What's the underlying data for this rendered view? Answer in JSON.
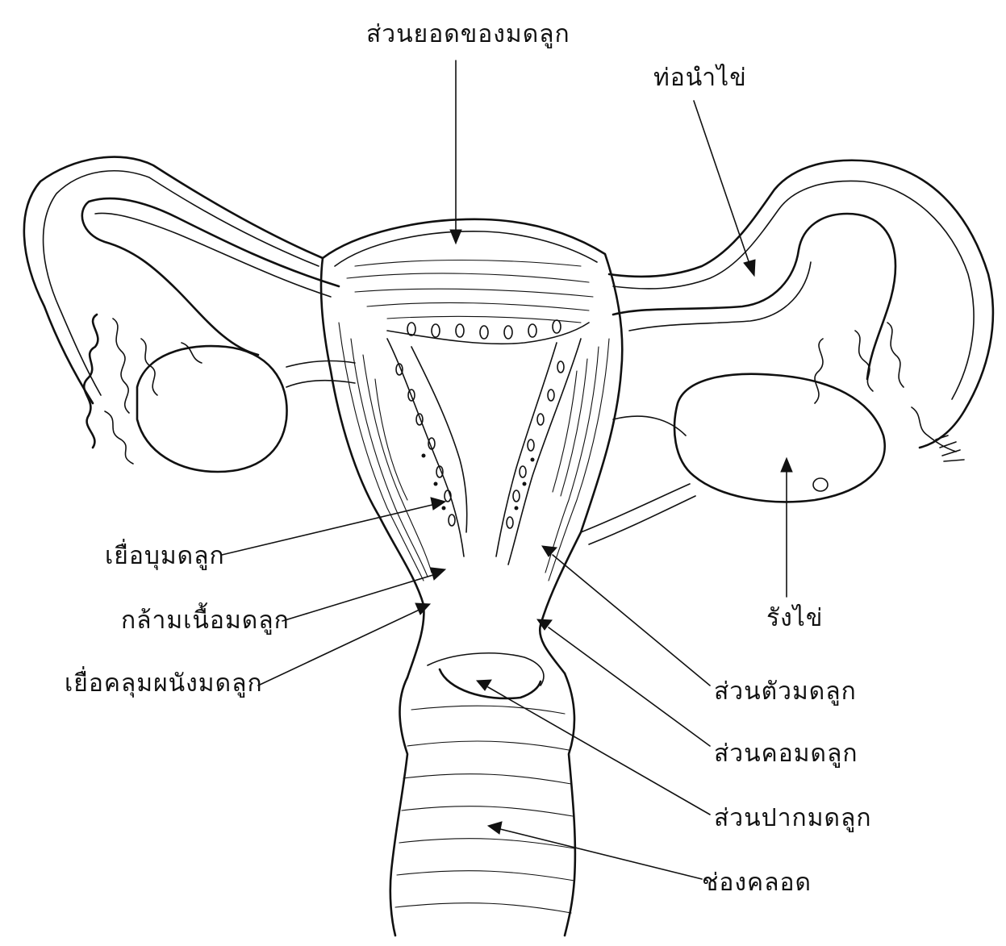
{
  "diagram": {
    "labels": {
      "fundus": "ส่วนยอดของมดลูก",
      "fallopian_tube": "ท่อนำไข่",
      "endometrium": "เยื่อบุมดลูก",
      "myometrium": "กล้ามเนื้อมดลูก",
      "perimetrium": "เยื่อคลุมผนังมดลูก",
      "ovary": "รังไข่",
      "uterine_body": "ส่วนตัวมดลูก",
      "cervix": "ส่วนคอมดลูก",
      "cervical_os": "ส่วนปากมดลูก",
      "vagina": "ช่องคลอด"
    }
  }
}
